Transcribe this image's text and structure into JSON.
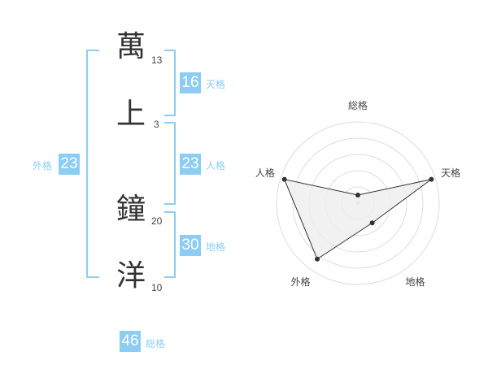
{
  "name": {
    "chars": [
      {
        "char": "萬",
        "strokes": "13"
      },
      {
        "char": "上",
        "strokes": "3"
      },
      {
        "char": "鐘",
        "strokes": "20"
      },
      {
        "char": "洋",
        "strokes": "10"
      }
    ]
  },
  "fortunes": {
    "tenkaku": {
      "value": "16",
      "label": "天格"
    },
    "jinkaku": {
      "value": "23",
      "label": "人格"
    },
    "chikaku": {
      "value": "30",
      "label": "地格"
    },
    "gaikaku": {
      "value": "23",
      "label": "外格"
    },
    "soukaku": {
      "value": "46",
      "label": "総格"
    }
  },
  "colors": {
    "accent": "#8dcdf3",
    "text": "#333333",
    "radar_fill": "#eeeeee",
    "radar_ring": "#dddddd",
    "point": "#333333"
  },
  "chart_data": {
    "type": "radar",
    "axes": [
      "総格",
      "天格",
      "地格",
      "外格",
      "人格"
    ],
    "values": [
      0.1,
      0.95,
      0.3,
      0.85,
      0.95
    ],
    "range": [
      0,
      1
    ],
    "rings": 5
  }
}
